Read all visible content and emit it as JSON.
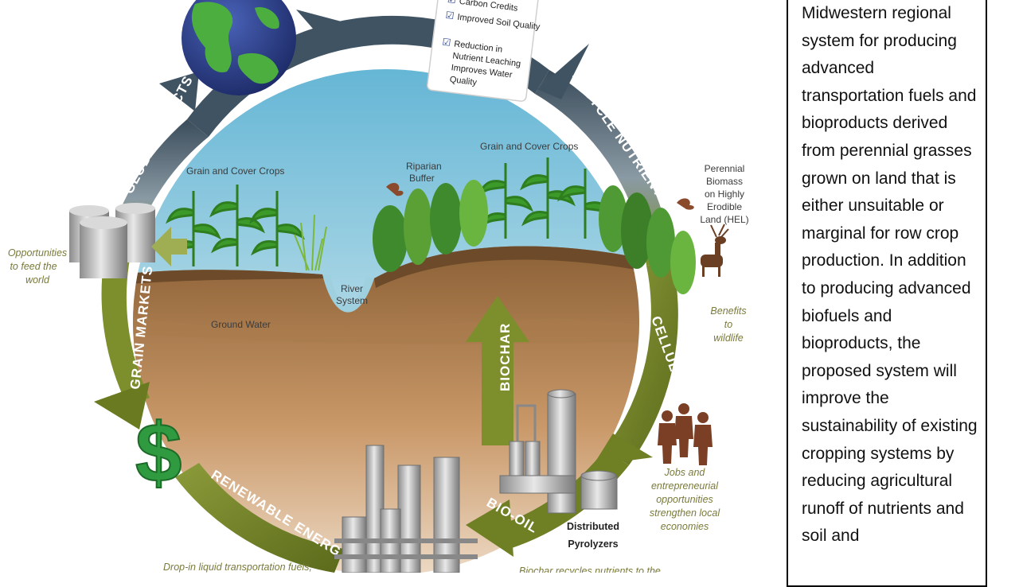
{
  "arcs": {
    "global_impacts_top": "GLOBAL IMPACTS",
    "global_impacts_left": "GLOBAL IMPACTS",
    "recycle_nutrients": "RECYCLE NUTRIENTS",
    "cellulosic_biomass": "CELLULOSIC BIOMASS",
    "bio_oil": "BIO-OIL",
    "renewable_energy": "RENEWABLE ENERGY",
    "grain_markets": "GRAIN MARKETS",
    "biochar": "BIOCHAR"
  },
  "checklist": [
    "Carbon Credits",
    "Improved Soil Quality",
    "Reduction in Nutrient Leaching Improves Water Quality"
  ],
  "labels": {
    "grain_cover_left": "Grain and Cover Crops",
    "grain_cover_right": "Grain and Cover Crops",
    "riparian_buffer": "Riparian Buffer",
    "river_system": "River System",
    "ground_water": "Ground Water",
    "perennial_biomass": "Perennial Biomass on Highly Erodible Land (HEL)",
    "benefits_wildlife": "Benefits to wildlife",
    "opportunities_feed": "Opportunities to feed the world",
    "jobs": "Jobs and entrepreneurial opportunities strengthen local economies",
    "distributed_pyrolyzers": "Distributed Pyrolyzers",
    "drop_in_fuels": "Drop-in liquid transportation fuels,",
    "biochar_recycles": "Biochar recycles nutrients to the"
  },
  "side_text": "Midwestern regional system for producing advanced transportation fuels and bioproducts derived from perennial grasses grown on land that is either unsuitable or marginal for row crop production. In addition to producing advanced biofuels and bioproducts, the proposed system will improve the sustainability of existing cropping systems by reducing agricultural runoff of nutrients and soil and",
  "colors": {
    "arc_top": "#3f5363",
    "arc_green": "#7d8e2c",
    "sky": "#79bfd8",
    "soil": "#9a6b3a",
    "globe_ocean": "#2b3f8f",
    "globe_land": "#4cae3f",
    "dollar": "#2f9a3f"
  }
}
